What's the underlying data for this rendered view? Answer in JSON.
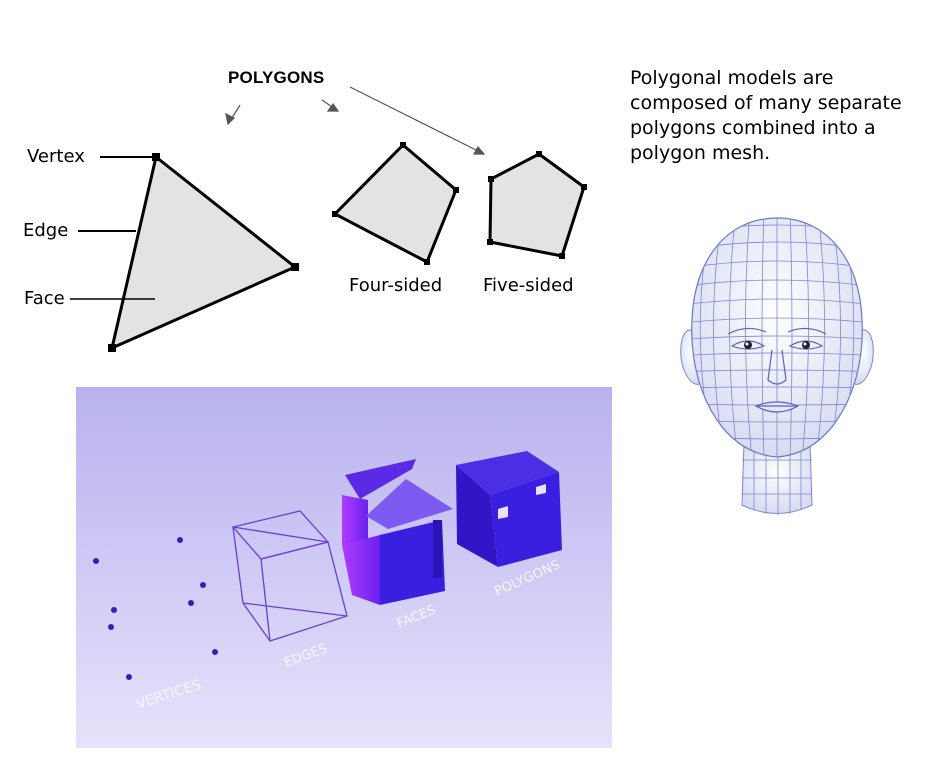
{
  "title": "POLYGONS",
  "labels": {
    "vertex": "Vertex",
    "edge": "Edge",
    "face": "Face",
    "four_sided": "Four-sided",
    "five_sided": "Five-sided"
  },
  "caption": "Polygonal models are composed of many separate polygons combined into a polygon mesh.",
  "render_labels": {
    "vertices": "VERTICES",
    "edges": "EDGES",
    "faces": "FACES",
    "polygons": "POLYGONS"
  },
  "colors": {
    "polygon_fill": "#e3e3e3",
    "render_bg": "#c8c4f2",
    "cube_blue": "#3b1fe0",
    "mesh_line": "#7b87d8"
  },
  "icons": [
    "arrow-icon",
    "vertex-marker-icon",
    "wireframe-head-icon"
  ]
}
